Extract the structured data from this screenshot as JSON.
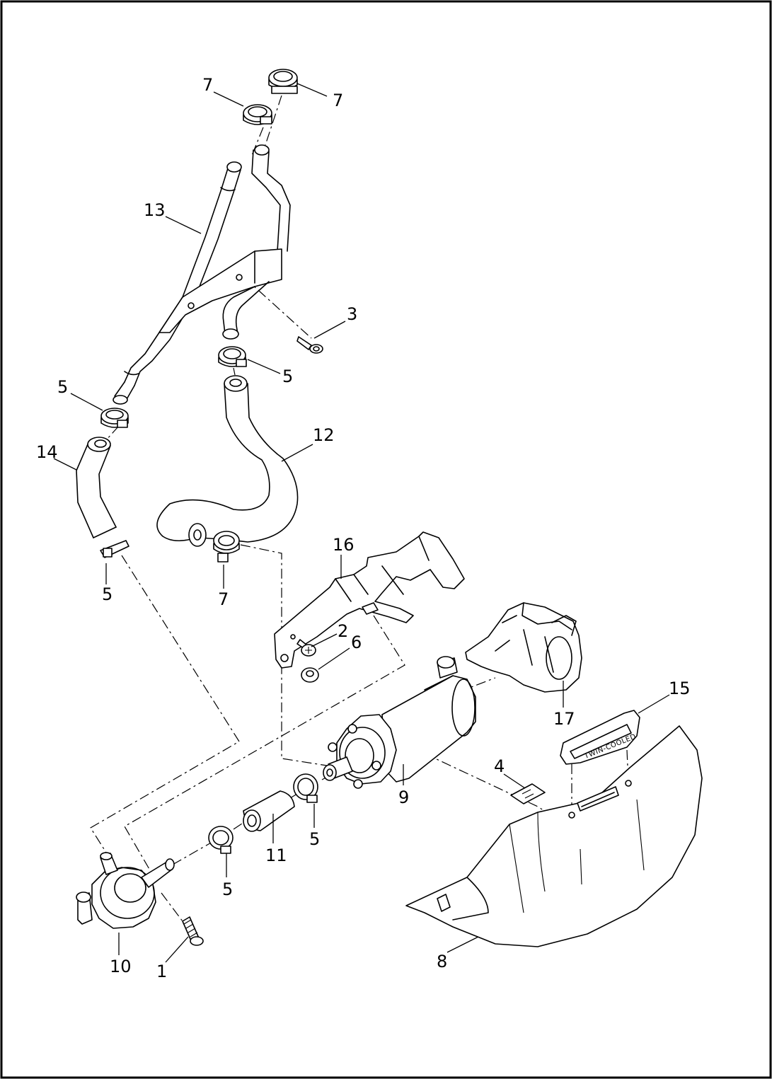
{
  "diagram": {
    "callouts": [
      {
        "id": "c7a",
        "label": "7"
      },
      {
        "id": "c7b",
        "label": "7"
      },
      {
        "id": "c13",
        "label": "13"
      },
      {
        "id": "c3",
        "label": "3"
      },
      {
        "id": "c5a",
        "label": "5"
      },
      {
        "id": "c5b",
        "label": "5"
      },
      {
        "id": "c12",
        "label": "12"
      },
      {
        "id": "c14",
        "label": "14"
      },
      {
        "id": "c5c",
        "label": "5"
      },
      {
        "id": "c7c",
        "label": "7"
      },
      {
        "id": "c16",
        "label": "16"
      },
      {
        "id": "c2",
        "label": "2"
      },
      {
        "id": "c6",
        "label": "6"
      },
      {
        "id": "c17",
        "label": "17"
      },
      {
        "id": "c15",
        "label": "15"
      },
      {
        "id": "c4",
        "label": "4"
      },
      {
        "id": "c9",
        "label": "9"
      },
      {
        "id": "c5d",
        "label": "5"
      },
      {
        "id": "c11",
        "label": "11"
      },
      {
        "id": "c5e",
        "label": "5"
      },
      {
        "id": "c10",
        "label": "10"
      },
      {
        "id": "c1",
        "label": "1"
      },
      {
        "id": "c8",
        "label": "8"
      }
    ],
    "badge_text": "TWIN-COOLED"
  }
}
